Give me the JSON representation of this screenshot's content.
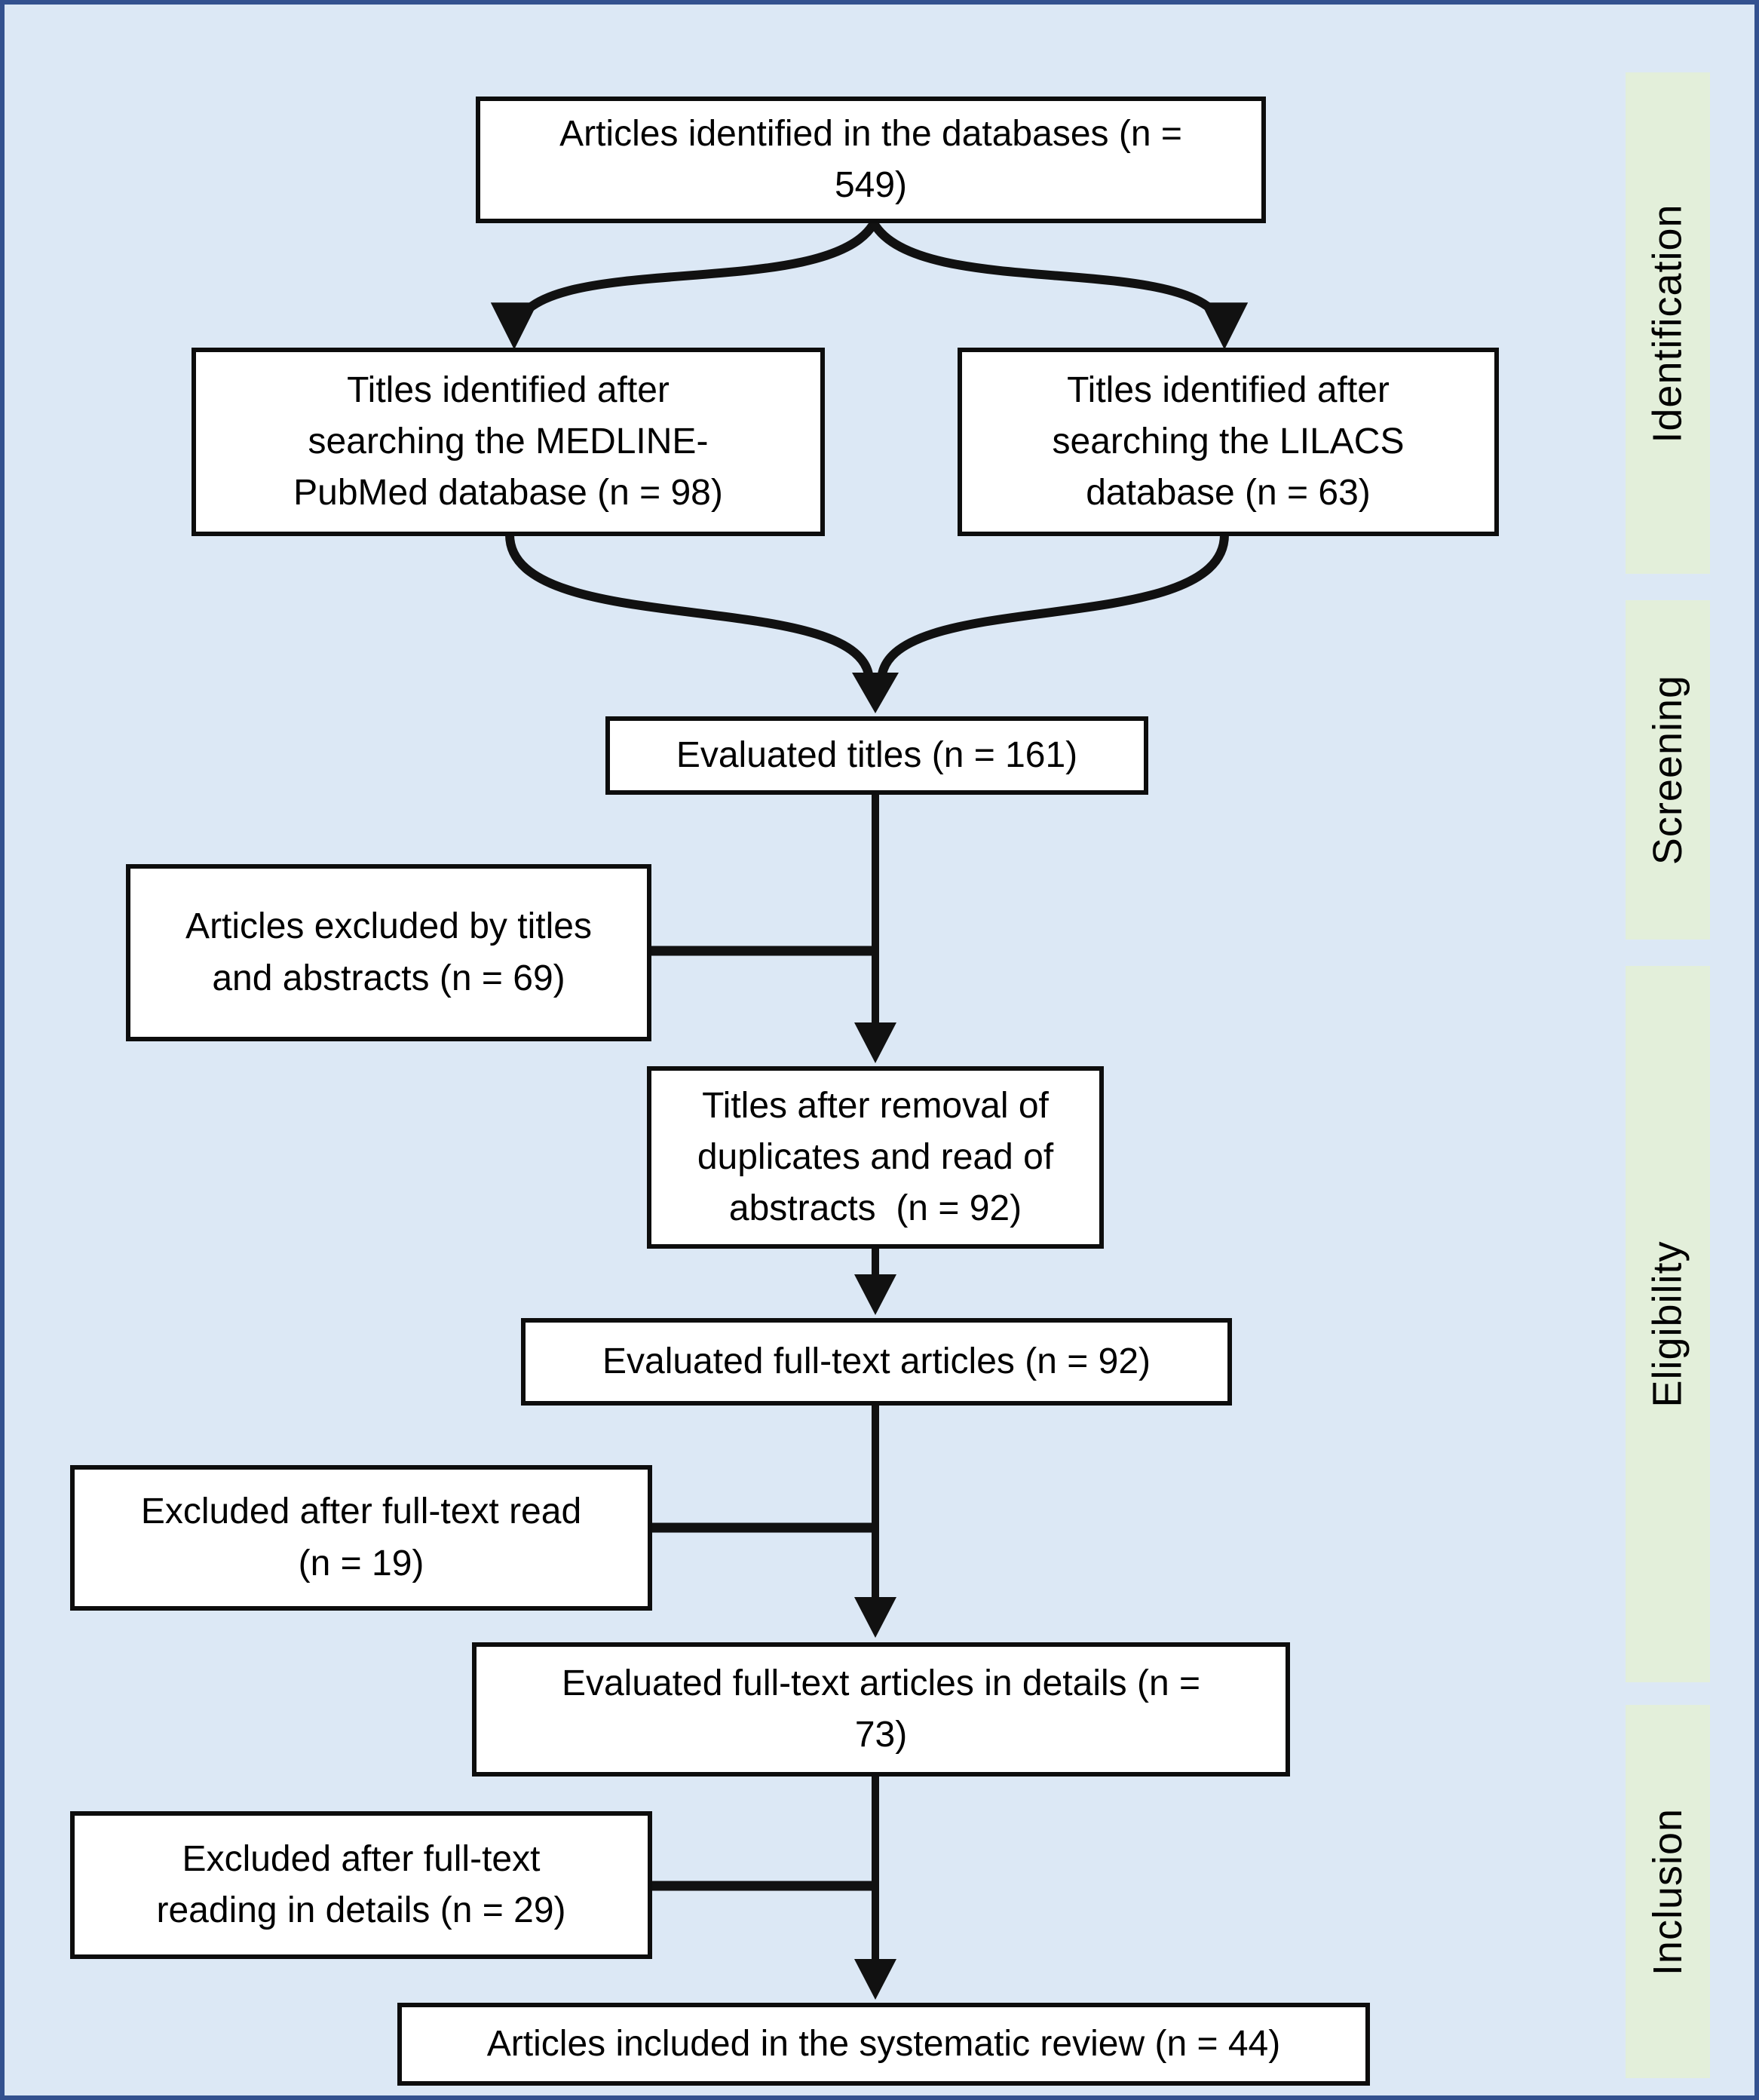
{
  "theme": {
    "bg": "#dce8f5",
    "frame": "#33518f",
    "band": "#e3efda",
    "box-fill": "#ffffff",
    "box-border": "#0d0d0d",
    "line": "#111111",
    "text": "#000000"
  },
  "diagram": {
    "stages": [
      {
        "label": "Identification"
      },
      {
        "label": "Screening"
      },
      {
        "label": "Eligibility"
      },
      {
        "label": "Inclusion"
      }
    ],
    "boxes": {
      "identified": {
        "n": 549,
        "lines": [
          "Articles identified in the databases (n =",
          "549)"
        ]
      },
      "medline": {
        "n": 98,
        "lines": [
          "Titles identified after",
          "searching the MEDLINE-",
          "PubMed database (n = 98)"
        ]
      },
      "lilacs": {
        "n": 63,
        "lines": [
          "Titles identified after",
          "searching the LILACS",
          "database (n = 63)"
        ]
      },
      "evaluated_titles": {
        "n": 161,
        "lines": [
          "Evaluated titles (n = 161)"
        ]
      },
      "excluded_titles": {
        "n": 69,
        "lines": [
          "Articles excluded by titles",
          "and abstracts (n = 69)"
        ]
      },
      "after_removal": {
        "n": 92,
        "lines": [
          "Titles after removal of",
          "duplicates and read of",
          "abstracts  (n = 92)"
        ]
      },
      "evaluated_fulltext": {
        "n": 92,
        "lines": [
          "Evaluated full-text articles (n = 92)"
        ]
      },
      "excluded_fulltext": {
        "n": 19,
        "lines": [
          "Excluded after full-text read",
          "(n = 19)"
        ]
      },
      "evaluated_details": {
        "n": 73,
        "lines": [
          "Evaluated full-text articles in details (n =",
          "73)"
        ]
      },
      "excluded_details": {
        "n": 29,
        "lines": [
          "Excluded after full-text",
          "reading in details (n = 29)"
        ]
      },
      "included": {
        "n": 44,
        "lines": [
          "Articles included in the systematic review (n = 44)"
        ]
      }
    }
  }
}
